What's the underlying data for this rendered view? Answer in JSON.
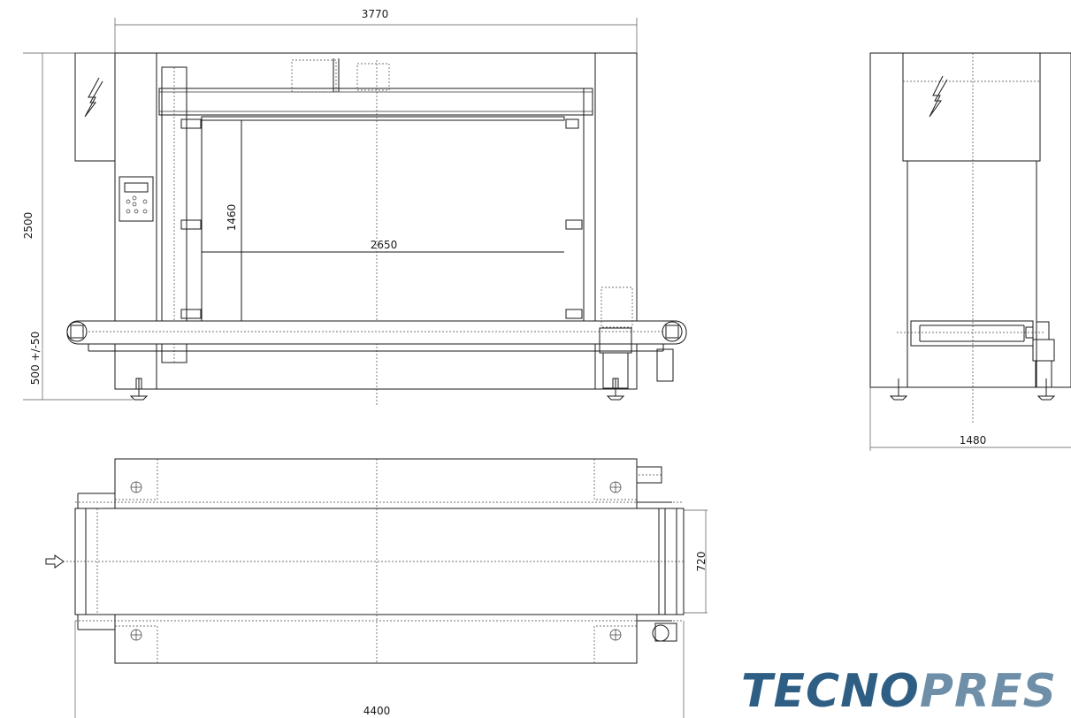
{
  "dimensions": {
    "front_width": "3770",
    "total_height": "2500",
    "chamber_height": "1460",
    "chamber_width": "2650",
    "conveyor_height": "500 +/-50",
    "side_depth": "1480",
    "belt_width": "720",
    "total_length": "4400"
  },
  "brand": {
    "part1": "TECNO",
    "part2": "PRES",
    "color1": "#2e5e84",
    "color2": "#6f8fa8"
  },
  "icons": {
    "electrical_warning": "lightning-bolt-icon",
    "feed_direction": "arrow-right-icon"
  }
}
